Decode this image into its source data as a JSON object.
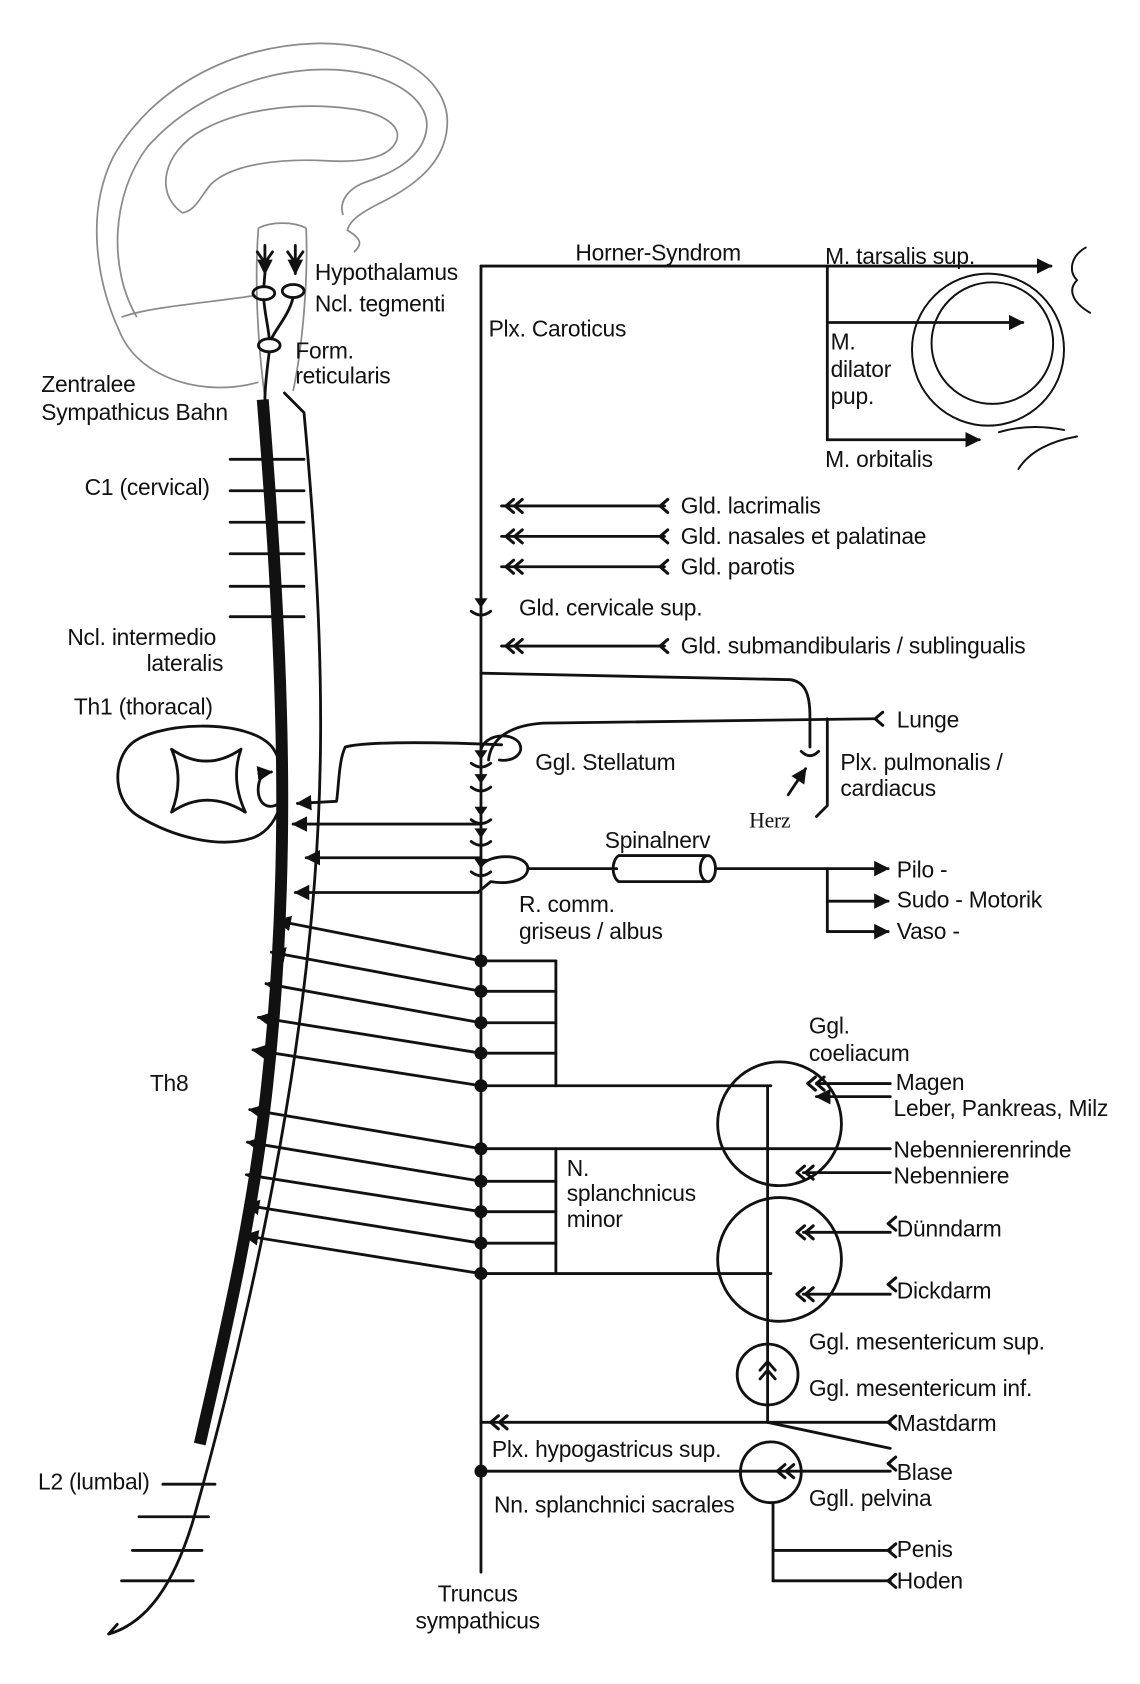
{
  "brain": {
    "hypothalamus": "Hypothalamus",
    "ncl_tegmenti": "Ncl. tegmenti",
    "form_reticularis": [
      "Form.",
      "reticularis"
    ]
  },
  "central_pathway": [
    "Zentralee",
    "Sympathicus Bahn"
  ],
  "segments": {
    "c1": "C1 (cervical)",
    "ncl_intermediolateralis": [
      "Ncl. intermedio",
      "lateralis"
    ],
    "th1": "Th1 (thoracal)",
    "th8": "Th8",
    "l2": "L2 (lumbal)"
  },
  "eye": {
    "horner": "Horner-Syndrom",
    "tarsalis": "M. tarsalis sup.",
    "plx_caroticus": "Plx. Caroticus",
    "dilator": [
      "M.",
      "dilator",
      "pup."
    ],
    "orbitalis": "M. orbitalis"
  },
  "glands": {
    "lacrimalis": "Gld. lacrimalis",
    "nasales": "Gld. nasales et palatinae",
    "parotis": "Gld. parotis",
    "cervicale": "Gld. cervicale sup.",
    "submandibularis": "Gld. submandibularis / sublingualis"
  },
  "thorax": {
    "lunge": "Lunge",
    "stellatum": "Ggl. Stellatum",
    "plx_pulmonalis": [
      "Plx. pulmonalis /",
      "cardiacus"
    ],
    "herz": "Herz"
  },
  "spinal_nerve": {
    "spinalnerv": "Spinalnerv",
    "pilo": "Pilo -",
    "sudo": "Sudo - Motorik",
    "vaso": "Vaso -",
    "r_comm": [
      "R. comm.",
      "griseus / albus"
    ]
  },
  "abdomen": {
    "coeliacum": [
      "Ggl.",
      "coeliacum"
    ],
    "magen": "Magen",
    "leber": "Leber, Pankreas, Milz",
    "nebennierenrinde": "Nebennierenrinde",
    "nebenniere": "Nebenniere",
    "splanchnicus_minor": [
      "N.",
      "splanchnicus",
      "minor"
    ],
    "duenndarm": "Dünndarm",
    "dickdarm": "Dickdarm",
    "mes_sup": "Ggl. mesentericum sup.",
    "mes_inf": "Ggl. mesentericum inf."
  },
  "pelvis": {
    "mastdarm": "Mastdarm",
    "plx_hypogastricus": "Plx. hypogastricus sup.",
    "blase": "Blase",
    "nn_splanchnici": "Nn. splanchnici sacrales",
    "pelvina": "Ggll. pelvina",
    "penis": "Penis",
    "hoden": "Hoden"
  },
  "trunk": [
    "Truncus",
    "sympathicus"
  ],
  "colors": {
    "ink": "#111111",
    "brain_outline": "#8a8a8a",
    "background": "#ffffff"
  }
}
